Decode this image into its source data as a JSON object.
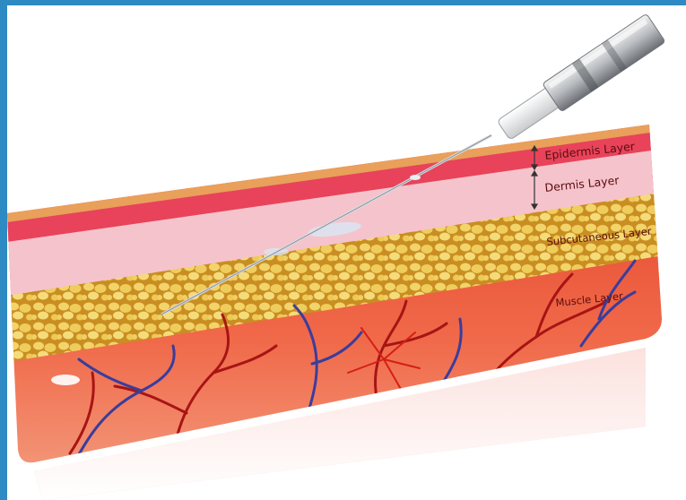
{
  "labels": {
    "epidermis": "Epidermis Layer",
    "dermis": "Dermis Layer",
    "subcutaneous": "Subcutaneous Layer",
    "muscle": "Muscle Layer"
  },
  "colors": {
    "frame": "#2d8ac2",
    "epidermis": "#e8435a",
    "dermis": "#f5c3cc",
    "subcutaneous": "#d8a940",
    "muscle": "#e6402a",
    "vein": "#3a3d9c",
    "artery": "#b81818"
  }
}
